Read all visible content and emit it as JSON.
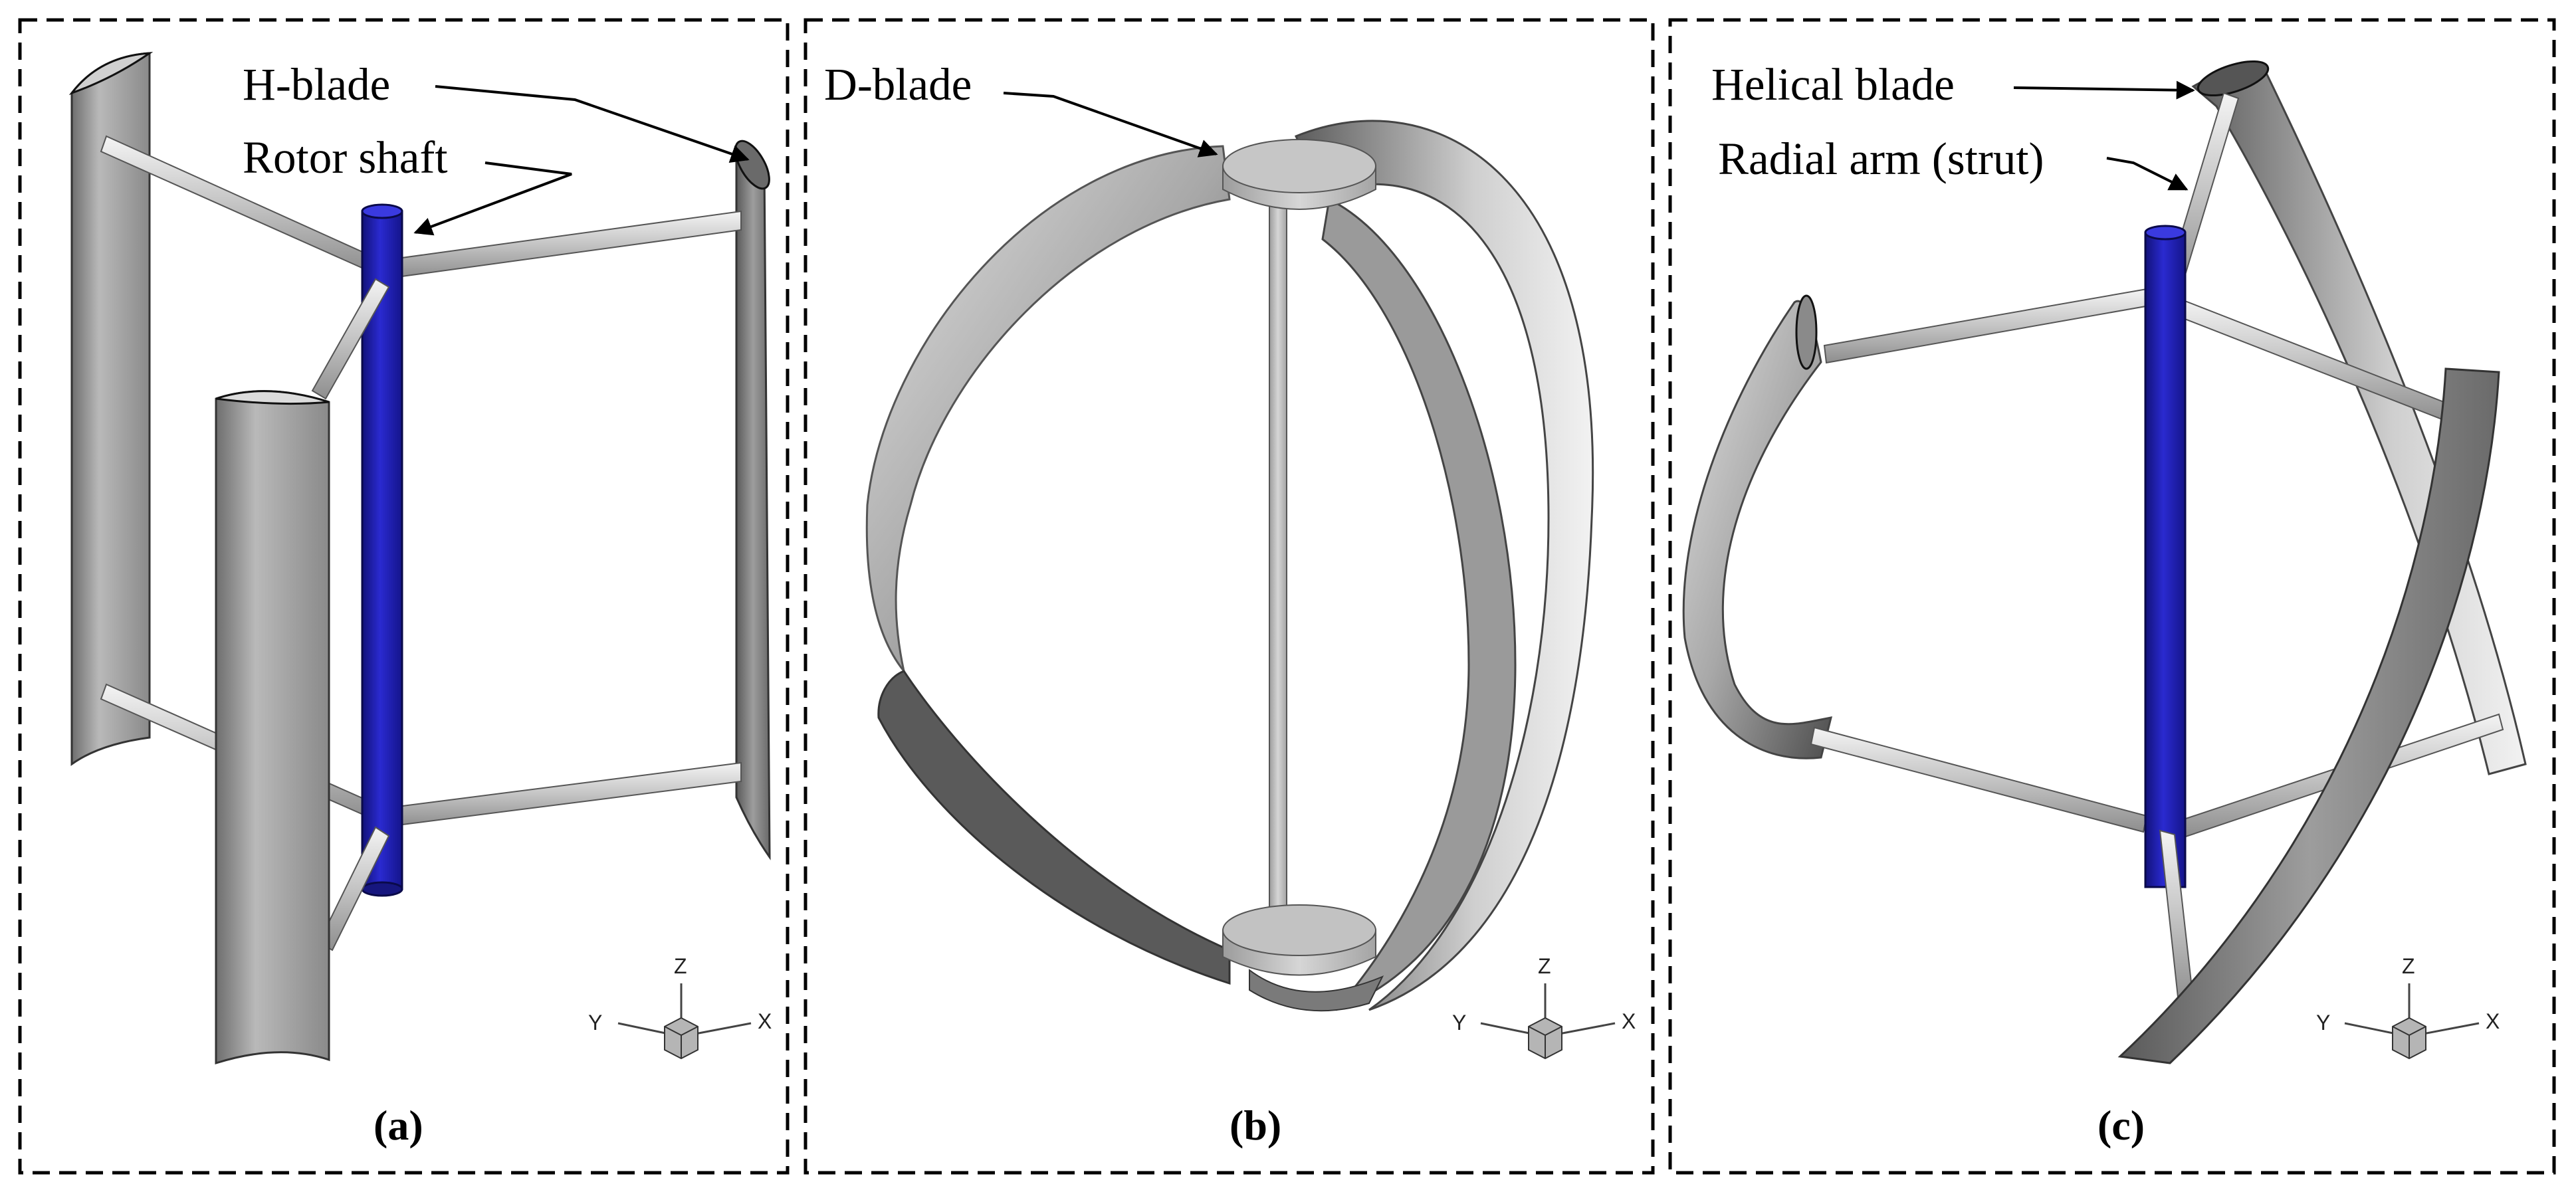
{
  "panels": [
    {
      "caption": "(a)",
      "labels": [
        "H-blade",
        "Rotor shaft"
      ],
      "axes": {
        "z": "Z",
        "y": "Y",
        "x": "X"
      }
    },
    {
      "caption": "(b)",
      "labels": [
        "D-blade"
      ],
      "axes": {
        "z": "Z",
        "y": "Y",
        "x": "X"
      }
    },
    {
      "caption": "(c)",
      "labels": [
        "Helical blade",
        "Radial arm (strut)"
      ],
      "axes": {
        "z": "Z",
        "y": "Y",
        "x": "X"
      }
    }
  ],
  "colors": {
    "shaft": "#2424b8",
    "blade": "#9a9a9a",
    "frame": "#000000"
  }
}
